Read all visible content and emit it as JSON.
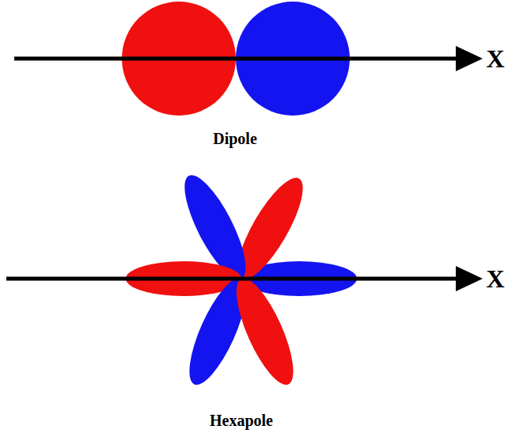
{
  "diagram": {
    "labels": [
      "X",
      "Dipole",
      "X",
      "Hexapole"
    ]
  }
}
